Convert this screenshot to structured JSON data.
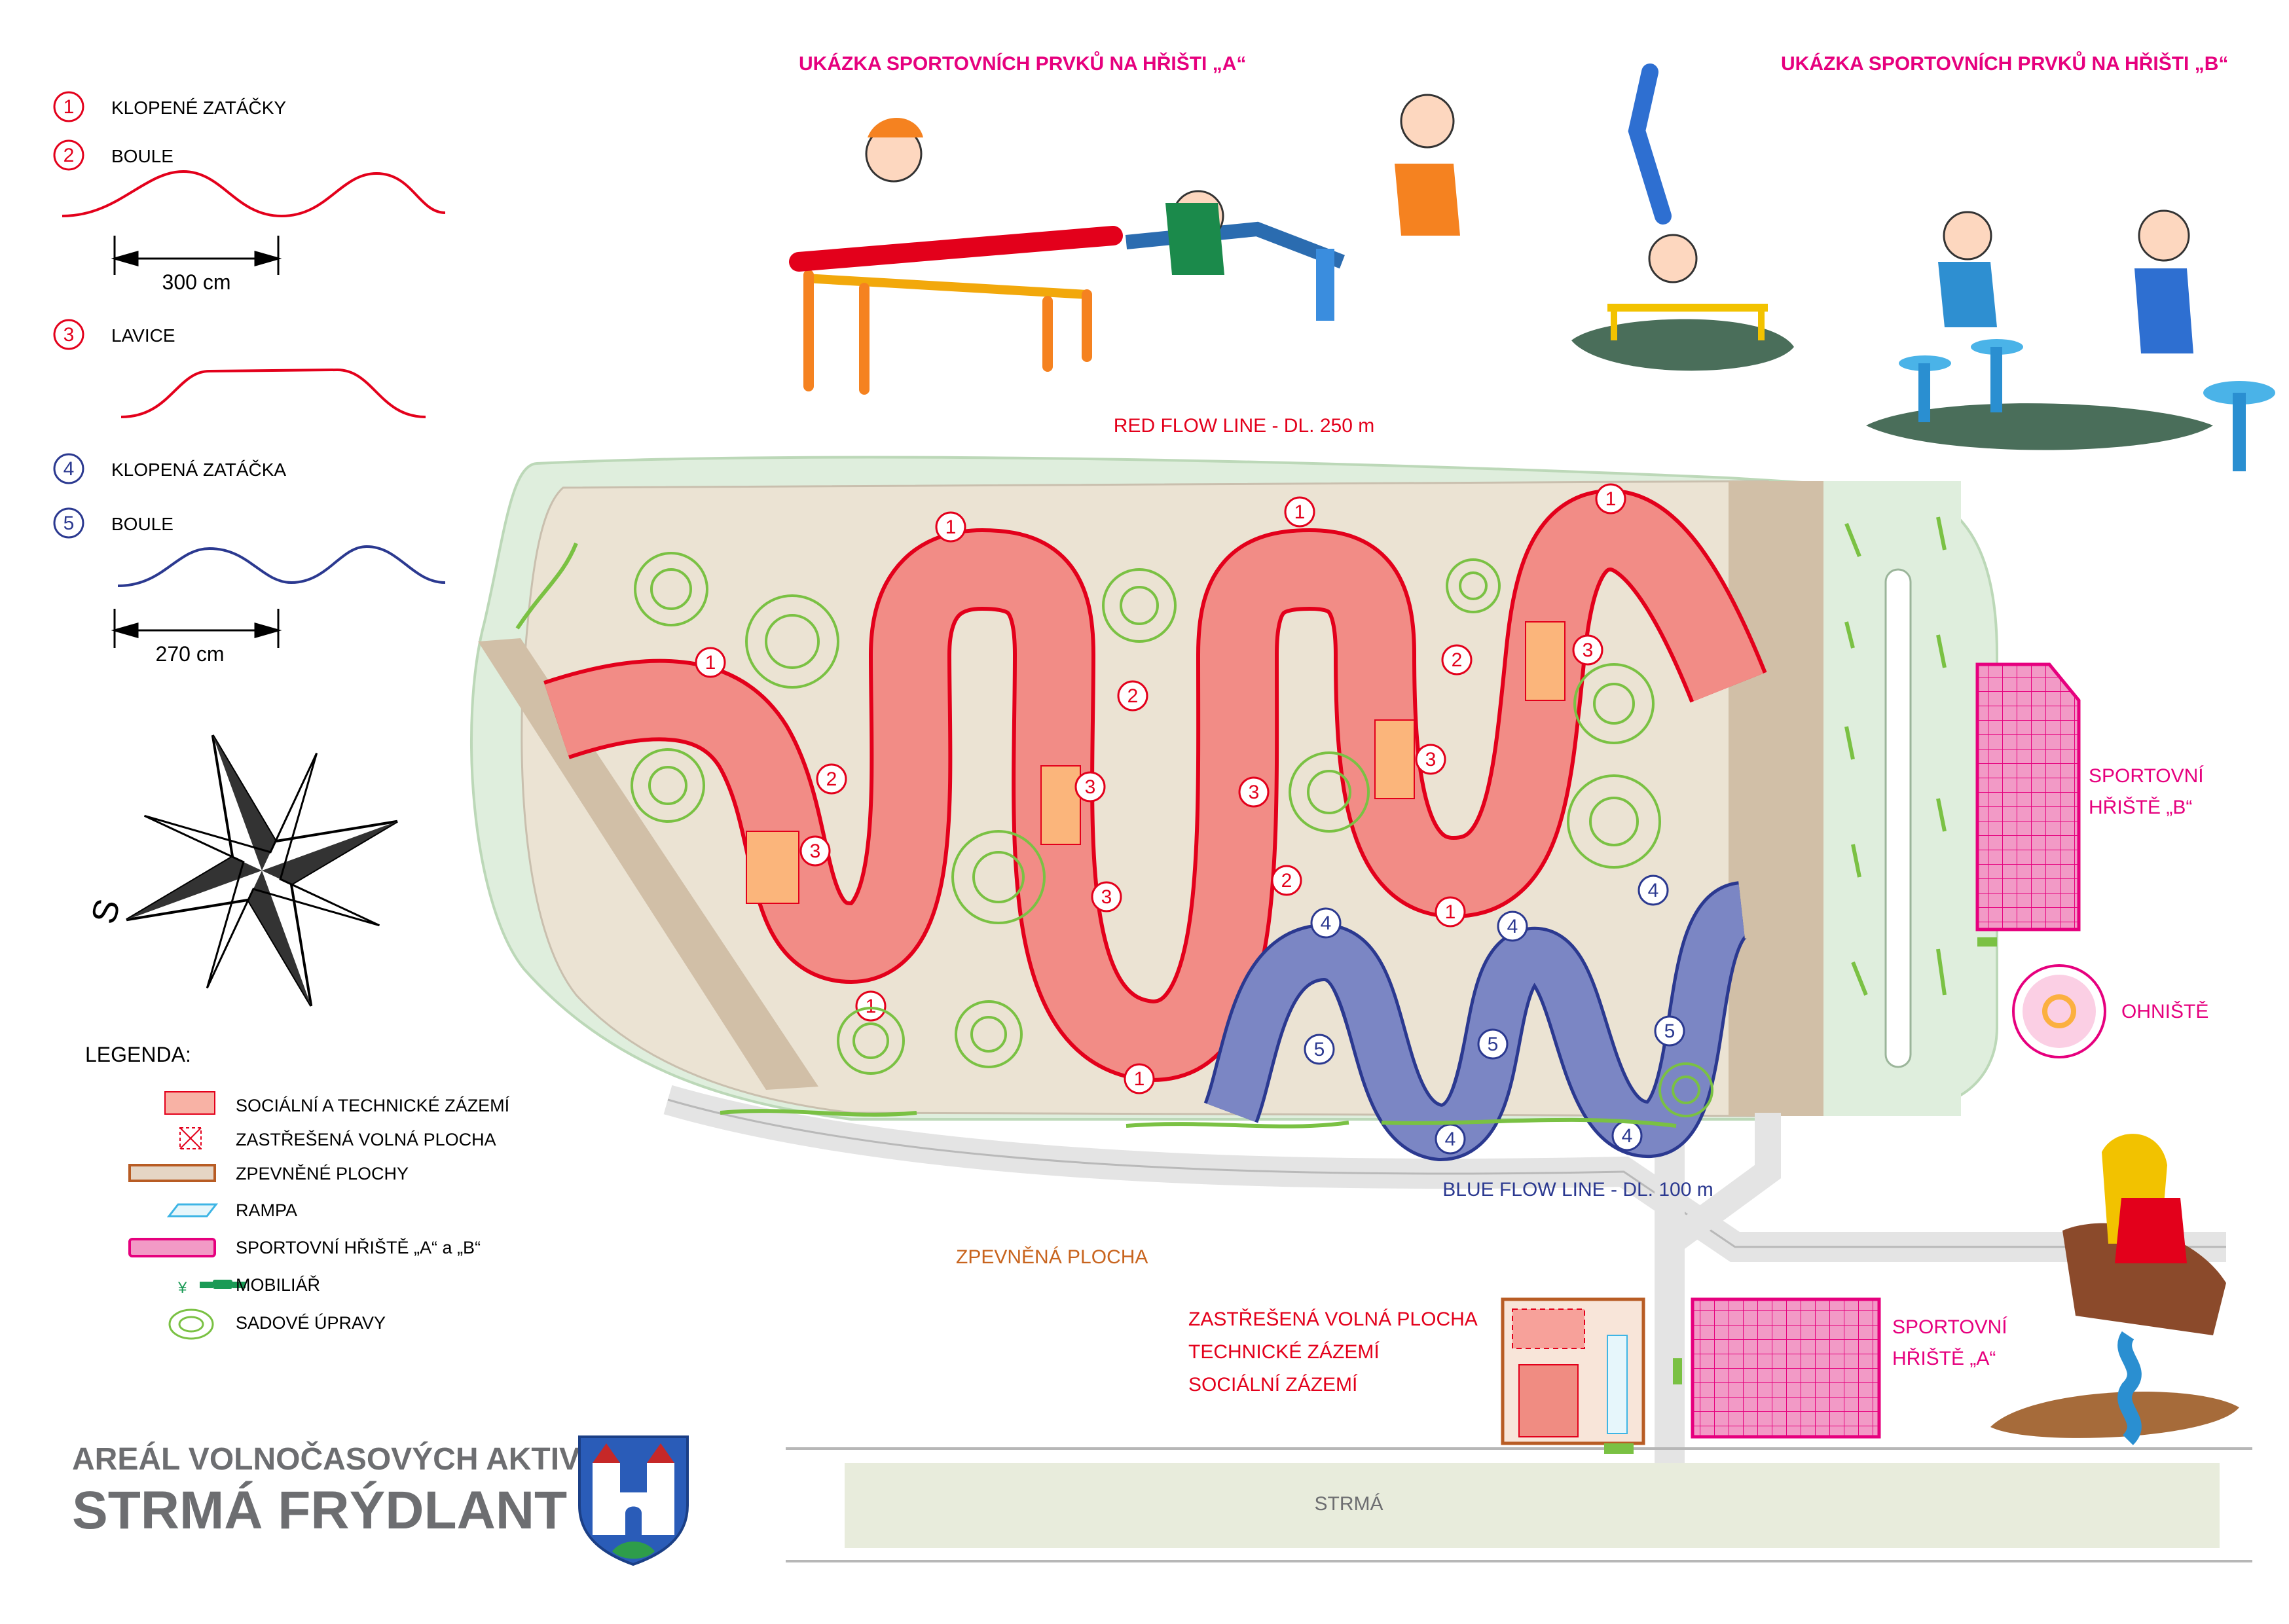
{
  "title": {
    "line1": "AREÁL VOLNOČASOVÝCH AKTIVIT",
    "line2": "STRMÁ FRÝDLANT"
  },
  "headings": {
    "demo_a": "UKÁZKA SPORTOVNÍCH PRVKŮ NA HŘIŠTI „A“",
    "demo_b": "UKÁZKA SPORTOVNÍCH PRVKŮ NA HŘIŠTI „B“"
  },
  "elements_key": [
    {
      "num": "1",
      "label": "KLOPENÉ ZATÁČKY",
      "color": "#e3001b"
    },
    {
      "num": "2",
      "label": "BOULE",
      "color": "#e3001b"
    },
    {
      "num": "3",
      "label": "LAVICE",
      "color": "#e3001b"
    },
    {
      "num": "4",
      "label": "KLOPENÁ ZATÁČKA",
      "color": "#2b3990"
    },
    {
      "num": "5",
      "label": "BOULE",
      "color": "#2b3990"
    }
  ],
  "dimensions": {
    "red_boule": "300 cm",
    "blue_boule": "270 cm"
  },
  "compass_label": "S",
  "legend": {
    "title": "LEGENDA:",
    "items": [
      {
        "label": "SOCIÁLNÍ A TECHNICKÉ ZÁZEMÍ",
        "symbol": "social"
      },
      {
        "label": "ZASTŘEŠENÁ VOLNÁ PLOCHA",
        "symbol": "covered"
      },
      {
        "label": "ZPEVNĚNÉ PLOCHY",
        "symbol": "paved"
      },
      {
        "label": "RAMPA",
        "symbol": "ramp"
      },
      {
        "label": "SPORTOVNÍ HŘIŠTĚ „A“ a „B“",
        "symbol": "sport"
      },
      {
        "label": "MOBILIÁŘ",
        "symbol": "furniture"
      },
      {
        "label": "SADOVÉ ÚPRAVY",
        "symbol": "greenery"
      }
    ]
  },
  "map_labels": {
    "red_flow": "RED FLOW LINE - DL. 250 m",
    "blue_flow": "BLUE FLOW LINE - DL. 100 m",
    "paved_area": "ZPEVNĚNÁ PLOCHA",
    "facility_1": "ZASTŘEŠENÁ VOLNÁ PLOCHA",
    "facility_2": "TECHNICKÉ ZÁZEMÍ",
    "facility_3": "SOCIÁLNÍ ZÁZEMÍ",
    "sport_a_1": "SPORTOVNÍ",
    "sport_a_2": "HŘIŠTĚ „A“",
    "sport_b_1": "SPORTOVNÍ",
    "sport_b_2": "HŘIŠTĚ „B“",
    "fireplace": "OHNIŠTĚ",
    "street": "STRMÁ"
  },
  "colors": {
    "red": "#e3001b",
    "blue": "#2b3990",
    "magenta": "#e6007e",
    "orange_text": "#c8641e",
    "gray_title": "#6d6e71",
    "sand": "#ebe3d3",
    "light_green": "#dfeedd",
    "paved_brown": "#d1bfa7",
    "green": "#7ac143"
  },
  "icons": [
    "compass-star-icon",
    "coat-of-arms-icon",
    "bench-icon",
    "bush-icon"
  ]
}
